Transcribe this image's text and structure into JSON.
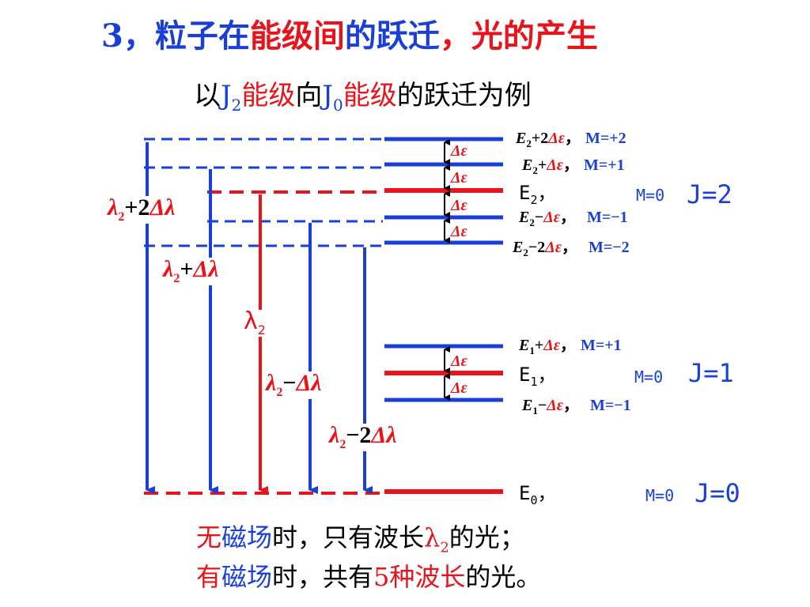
{
  "title": {
    "prefix": "3，粒子在",
    "energy_level": "能级间",
    "of": "的",
    "transition": "跃迁",
    "comma": "，",
    "light_gen": "光的产生"
  },
  "subtitle": {
    "with": "以",
    "j2_letter": "J",
    "j2_sub": "2",
    "level1": "能级",
    "to": "向",
    "j0_letter": "J",
    "j0_sub": "0",
    "level2": "能级",
    "rest": "的跃迁为例"
  },
  "levels": {
    "e2_p2": {
      "e": "E",
      "sub": "2",
      "expr": "+2",
      "d": "Δε",
      "sep": "，",
      "m": "M=+2"
    },
    "e2_p1": {
      "e": "E",
      "sub": "2",
      "expr": "+",
      "d": "Δε",
      "sep": "，",
      "m": "M=+1"
    },
    "e2_0": {
      "e": "E",
      "sub": "2",
      "sep": "，",
      "m": "M=0"
    },
    "e2_m1": {
      "e": "E",
      "sub": "2",
      "expr": "−",
      "d": "Δε",
      "sep": "，",
      "m": "M=−1"
    },
    "e2_m2": {
      "e": "E",
      "sub": "2",
      "expr": "−2",
      "d": "Δε",
      "sep": "，",
      "m": "M=−2"
    },
    "e1_p1": {
      "e": "E",
      "sub": "1",
      "expr": "+",
      "d": "Δε",
      "sep": "，",
      "m": "M=+1"
    },
    "e1_0": {
      "e": "E",
      "sub": "1",
      "sep": "，",
      "m": "M=0"
    },
    "e1_m1": {
      "e": "E",
      "sub": "1",
      "expr": "−",
      "d": "Δε",
      "sep": "，",
      "m": "M=−1"
    },
    "e0": {
      "e": "E",
      "sub": "0",
      "sep": "，",
      "m": "M=0"
    }
  },
  "j_labels": {
    "j2": "J=2",
    "j1": "J=1",
    "j0": "J=0"
  },
  "delta_eps": "Δε",
  "lambdas": {
    "l_p2": {
      "sym": "λ",
      "sub": "2",
      "expr": "+2",
      "d": "Δλ"
    },
    "l_p1": {
      "sym": "λ",
      "sub": "2",
      "expr": "+",
      "d": "Δλ"
    },
    "l_0": {
      "sym": "λ",
      "sub": "2"
    },
    "l_m1": {
      "sym": "λ",
      "sub": "2",
      "expr": "−",
      "d": "Δλ"
    },
    "l_m2": {
      "sym": "λ",
      "sub": "2",
      "expr": "−2",
      "d": "Δλ"
    }
  },
  "bottom": {
    "line1": {
      "no": "无",
      "field": "磁场",
      "time": "时，只有波长",
      "lam": "λ",
      "lam_sub": "2",
      "end": "的光；"
    },
    "line2": {
      "have": "有",
      "field": "磁场",
      "time": "时，共有",
      "five": "5种波长",
      "end": "的光。"
    }
  },
  "colors": {
    "blue": "#1a3fd6",
    "red": "#e8141b",
    "black": "#000000"
  }
}
